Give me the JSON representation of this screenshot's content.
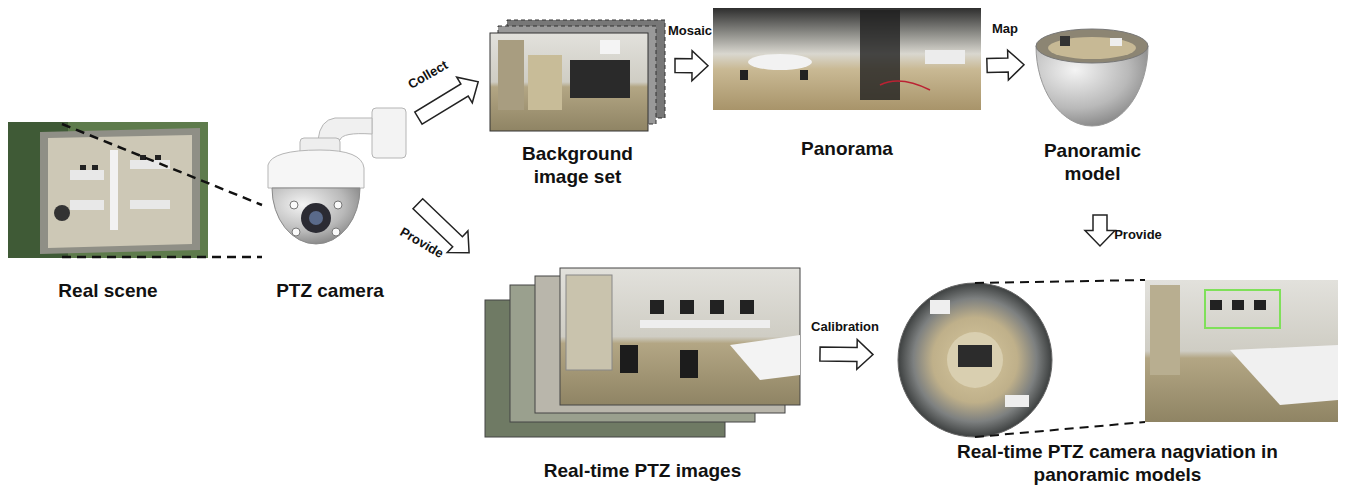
{
  "diagram": {
    "nodes": [
      {
        "text": [
          "Real scene"
        ]
      },
      {
        "text": [
          "PTZ camera"
        ]
      },
      {
        "text": [
          "Background image set"
        ]
      },
      {
        "text": [
          "Panorama"
        ]
      },
      {
        "text": [
          "Panoramic model"
        ]
      },
      {
        "text": [
          "Real-time PTZ images"
        ]
      },
      {
        "text": [
          "Real-time PTZ camera nagviation in panoramic models"
        ]
      }
    ],
    "edges": [
      {
        "from": 1,
        "to": 2,
        "label": "Collect",
        "arrow": "to"
      },
      {
        "from": 1,
        "to": 5,
        "label": "Provide",
        "arrow": "to"
      },
      {
        "from": 2,
        "to": 3,
        "label": "Mosaic",
        "arrow": "to"
      },
      {
        "from": 3,
        "to": 4,
        "label": "Map",
        "arrow": "to"
      },
      {
        "from": 4,
        "to": 6,
        "label": "Provide",
        "arrow": "to"
      },
      {
        "from": 5,
        "to": 6,
        "label": "Calibration",
        "arrow": "to"
      }
    ]
  }
}
